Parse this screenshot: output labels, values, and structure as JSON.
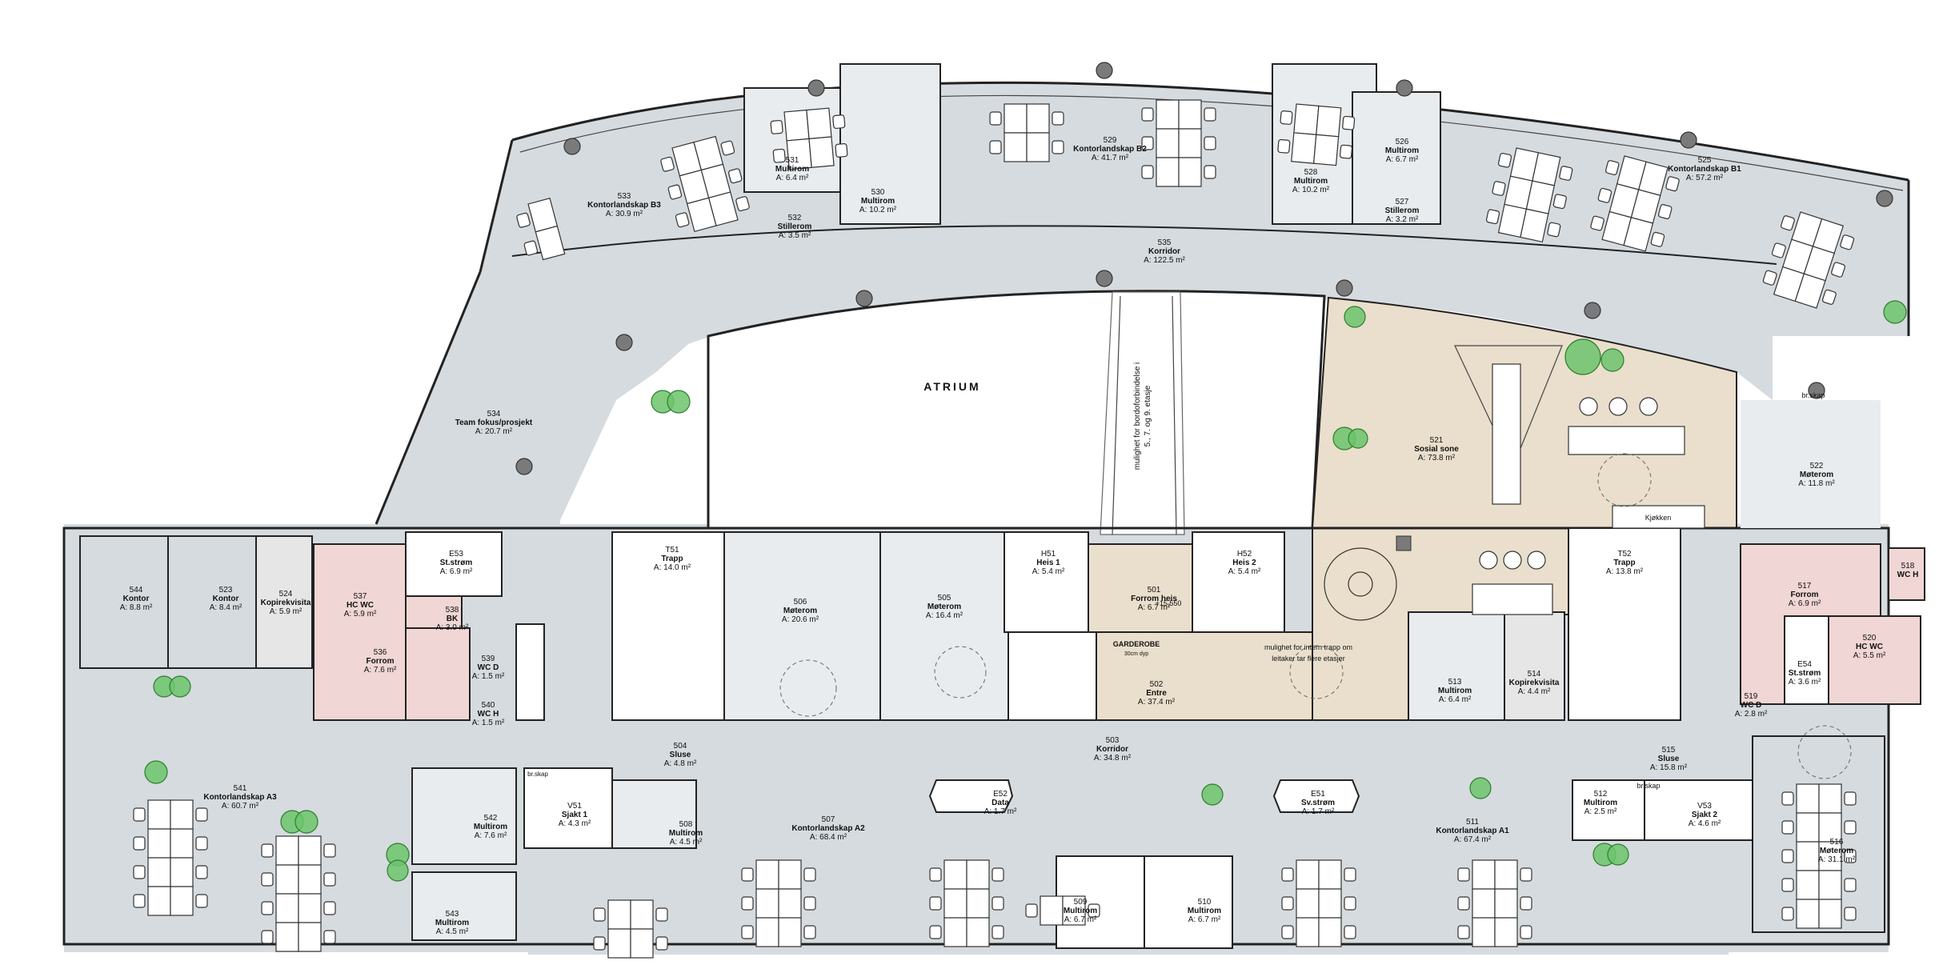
{
  "colors": {
    "office": "#d6dbdf",
    "corridor": "#d6dbdf",
    "social": "#eadfcc",
    "wet": "#f0d6d4",
    "service": "#e6e6e6",
    "atrium": "#ffffff",
    "meeting": "#e8ecee"
  },
  "atrium_label": "ATRIUM",
  "notes": {
    "shaft": "mulighet for bordoforbindelse i\n5., 7. og 9. etasje",
    "stair": "mulighet for intern trapp om\nleitaker tar flere etasjer",
    "kitchen": "Kjøkken",
    "garderobe": "GARDEROBE",
    "garderobe_sub": "30cm dyp",
    "level": "+15.550",
    "brskap1": "br.skap",
    "brskap2": "br.skap",
    "brskap3": "br.skap"
  },
  "rooms": [
    {
      "num": "533",
      "name": "Kontorlandskap B3",
      "area": "A: 30.9 m²"
    },
    {
      "num": "531",
      "name": "Multirom",
      "area": "A: 6.4 m²"
    },
    {
      "num": "532",
      "name": "Stillerom",
      "area": "A: 3.5 m²"
    },
    {
      "num": "530",
      "name": "Multirom",
      "area": "A: 10.2 m²"
    },
    {
      "num": "529",
      "name": "Kontorlandskap B2",
      "area": "A: 41.7 m²"
    },
    {
      "num": "528",
      "name": "Multirom",
      "area": "A: 10.2 m²"
    },
    {
      "num": "526",
      "name": "Multirom",
      "area": "A: 6.7 m²"
    },
    {
      "num": "527",
      "name": "Stillerom",
      "area": "A: 3.2 m²"
    },
    {
      "num": "525",
      "name": "Kontorlandskap B1",
      "area": "A: 57.2 m²"
    },
    {
      "num": "535",
      "name": "Korridor",
      "area": "A: 122.5 m²"
    },
    {
      "num": "534",
      "name": "Team fokus/prosjekt",
      "area": "A: 20.7 m²"
    },
    {
      "num": "521",
      "name": "Sosial sone",
      "area": "A: 73.8 m²"
    },
    {
      "num": "522",
      "name": "Møterom",
      "area": "A: 11.8 m²"
    },
    {
      "num": "544",
      "name": "Kontor",
      "area": "A: 8.8 m²"
    },
    {
      "num": "523",
      "name": "Kontor",
      "area": "A: 8.4 m²"
    },
    {
      "num": "524",
      "name": "Kopirekvisita",
      "area": "A: 5.9 m²"
    },
    {
      "num": "537",
      "name": "HC WC",
      "area": "A: 5.9 m²"
    },
    {
      "num": "E53",
      "name": "St.strøm",
      "area": "A: 6.9 m²"
    },
    {
      "num": "538",
      "name": "BK",
      "area": "A: 3.0 m²"
    },
    {
      "num": "536",
      "name": "Forrom",
      "area": "A: 7.6 m²"
    },
    {
      "num": "539",
      "name": "WC D",
      "area": "A: 1.5 m²"
    },
    {
      "num": "540",
      "name": "WC H",
      "area": "A: 1.5 m²"
    },
    {
      "num": "T51",
      "name": "Trapp",
      "area": "A: 14.0 m²"
    },
    {
      "num": "506",
      "name": "Møterom",
      "area": "A: 20.6 m²"
    },
    {
      "num": "505",
      "name": "Møterom",
      "area": "A: 16.4 m²"
    },
    {
      "num": "H51",
      "name": "Heis 1",
      "area": "A: 5.4 m²"
    },
    {
      "num": "501",
      "name": "Forrom heis",
      "area": "A: 6.7 m²"
    },
    {
      "num": "H52",
      "name": "Heis 2",
      "area": "A: 5.4 m²"
    },
    {
      "num": "502",
      "name": "Entre",
      "area": "A: 37.4 m²"
    },
    {
      "num": "513",
      "name": "Multirom",
      "area": "A: 6.4 m²"
    },
    {
      "num": "514",
      "name": "Kopirekvisita",
      "area": "A: 4.4 m²"
    },
    {
      "num": "T52",
      "name": "Trapp",
      "area": "A: 13.8 m²"
    },
    {
      "num": "517",
      "name": "Forrom",
      "area": "A: 6.9 m²"
    },
    {
      "num": "518",
      "name": "WC H",
      "area": ""
    },
    {
      "num": "519",
      "name": "WC D",
      "area": "A: 2.8 m²"
    },
    {
      "num": "E54",
      "name": "St.strøm",
      "area": "A: 3.6 m²"
    },
    {
      "num": "520",
      "name": "HC WC",
      "area": "A: 5.5 m²"
    },
    {
      "num": "504",
      "name": "Sluse",
      "area": "A: 4.8 m²"
    },
    {
      "num": "503",
      "name": "Korridor",
      "area": "A: 34.8 m²"
    },
    {
      "num": "515",
      "name": "Sluse",
      "area": "A: 15.8 m²"
    },
    {
      "num": "541",
      "name": "Kontorlandskap A3",
      "area": "A: 60.7 m²"
    },
    {
      "num": "542",
      "name": "Multirom",
      "area": "A: 7.6 m²"
    },
    {
      "num": "V51",
      "name": "Sjakt 1",
      "area": "A: 4.3 m²"
    },
    {
      "num": "508",
      "name": "Multirom",
      "area": "A: 4.5 m²"
    },
    {
      "num": "507",
      "name": "Kontorlandskap A2",
      "area": "A: 68.4 m²"
    },
    {
      "num": "E52",
      "name": "Data",
      "area": "A: 1.7 m²"
    },
    {
      "num": "E51",
      "name": "Sv.strøm",
      "area": "A: 1.7 m²"
    },
    {
      "num": "511",
      "name": "Kontorlandskap A1",
      "area": "A: 67.4 m²"
    },
    {
      "num": "512",
      "name": "Multirom",
      "area": "A: 2.5 m²"
    },
    {
      "num": "V53",
      "name": "Sjakt 2",
      "area": "A: 4.6 m²"
    },
    {
      "num": "516",
      "name": "Møterom",
      "area": "A: 31.1 m²"
    },
    {
      "num": "543",
      "name": "Multirom",
      "area": "A: 4.5 m²"
    },
    {
      "num": "509",
      "name": "Multirom",
      "area": "A: 6.7 m²"
    },
    {
      "num": "510",
      "name": "Multirom",
      "area": "A: 6.7 m²"
    }
  ]
}
